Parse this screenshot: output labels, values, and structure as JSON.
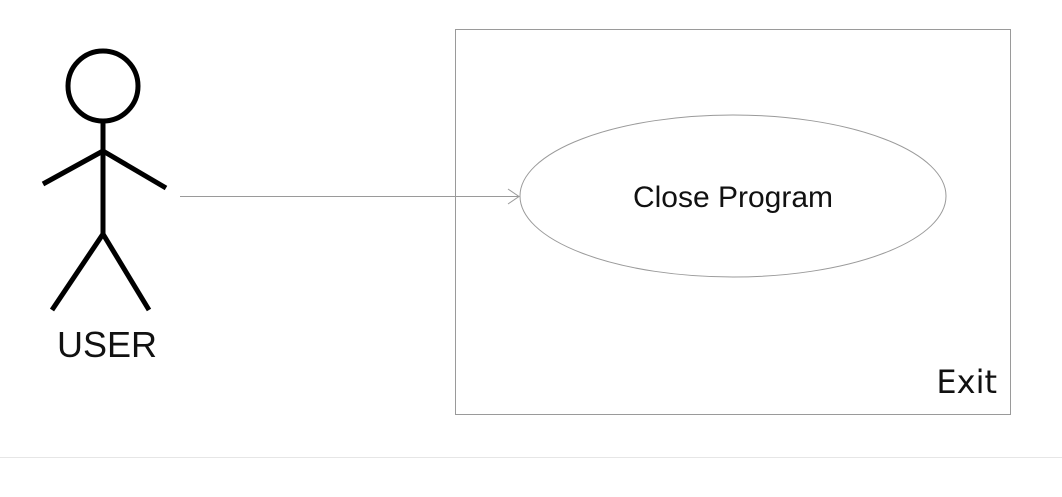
{
  "actor": {
    "label": "USER",
    "icon": "stick-figure-icon"
  },
  "system_boundary": {
    "label": "Exit"
  },
  "use_case": {
    "label": "Close Program"
  },
  "association": {
    "from": "USER",
    "to": "Close Program",
    "style": "open-arrow"
  },
  "colors": {
    "actor_stroke": "#000000",
    "boundary_stroke": "#9a9a9a",
    "ellipse_stroke": "#9a9a9a",
    "arrow_stroke": "#9a9a9a",
    "divider": "#e6e6e6",
    "text": "#111111"
  }
}
